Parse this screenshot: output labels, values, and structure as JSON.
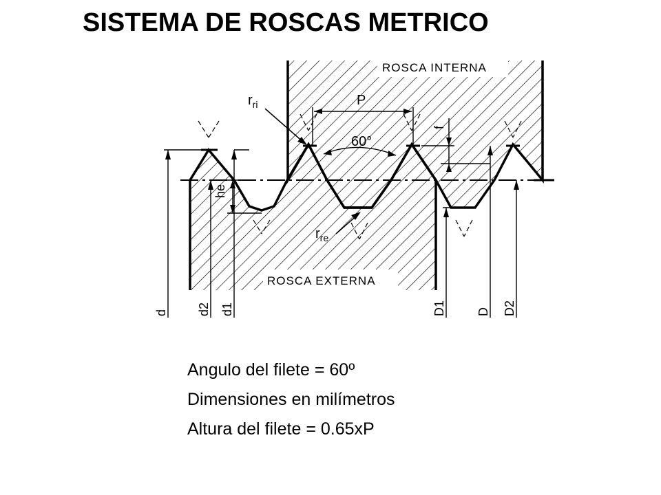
{
  "title": "SISTEMA DE ROSCAS METRICO",
  "diagram": {
    "labels": {
      "internal_thread": "ROSCA INTERNA",
      "external_thread": "ROSCA EXTERNA",
      "pitch": "P",
      "angle": "60°",
      "f": "f",
      "he": "he",
      "rri_base": "r",
      "rri_sub": "ri",
      "rre_base": "r",
      "rre_sub": "re",
      "d": "d",
      "d2": "d2",
      "d1": "d1",
      "D1": "D1",
      "D": "D",
      "D2": "D2"
    }
  },
  "notes": [
    "Angulo del filete = 60º",
    "Dimensiones en milímetros",
    "Altura del filete = 0.65xP"
  ]
}
